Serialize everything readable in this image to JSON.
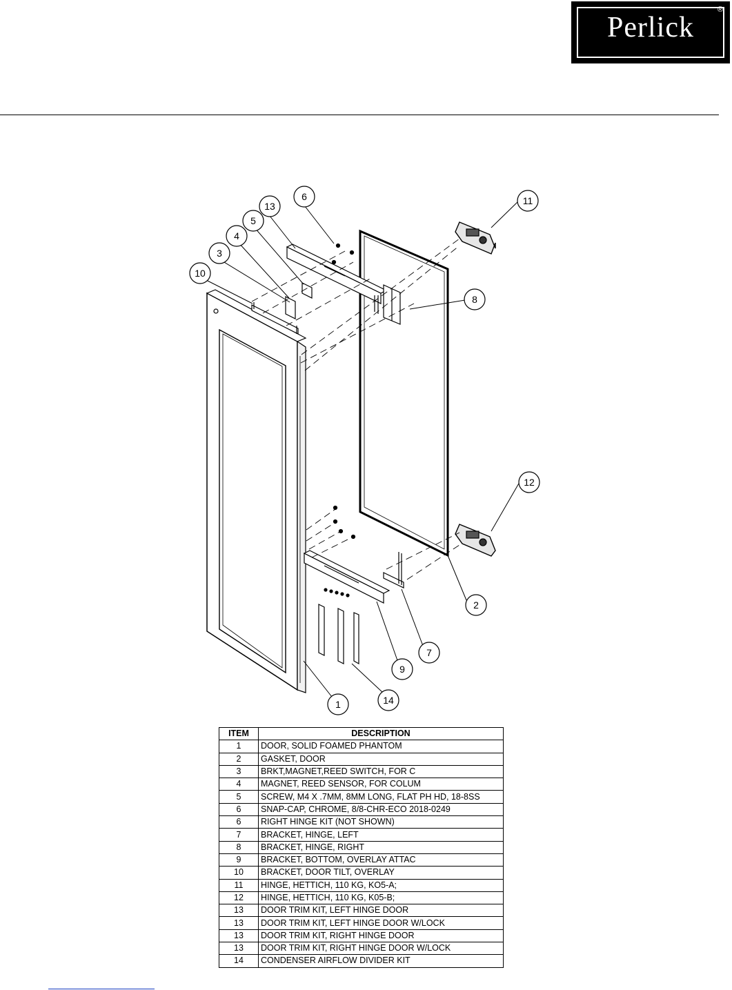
{
  "brand": {
    "logo_text": "Perlick",
    "registered": "®"
  },
  "callouts": [
    {
      "id": "c6",
      "label": "6"
    },
    {
      "id": "c13",
      "label": "13"
    },
    {
      "id": "c5",
      "label": "5"
    },
    {
      "id": "c4",
      "label": "4"
    },
    {
      "id": "c3",
      "label": "3"
    },
    {
      "id": "c10",
      "label": "10"
    },
    {
      "id": "c11",
      "label": "11"
    },
    {
      "id": "c8",
      "label": "8"
    },
    {
      "id": "c12",
      "label": "12"
    },
    {
      "id": "c2",
      "label": "2"
    },
    {
      "id": "c7",
      "label": "7"
    },
    {
      "id": "c9",
      "label": "9"
    },
    {
      "id": "c14",
      "label": "14"
    },
    {
      "id": "c1",
      "label": "1"
    }
  ],
  "parts_table": {
    "headers": {
      "item": "ITEM",
      "description": "DESCRIPTION"
    },
    "rows": [
      {
        "item": "1",
        "description": "DOOR, SOLID FOAMED PHANTOM"
      },
      {
        "item": "2",
        "description": "GASKET, DOOR"
      },
      {
        "item": "3",
        "description": "BRKT,MAGNET,REED SWITCH, FOR C"
      },
      {
        "item": "4",
        "description": "MAGNET, REED SENSOR, FOR COLUM"
      },
      {
        "item": "5",
        "description": "SCREW, M4 X .7MM, 8MM LONG, FLAT PH HD, 18-8SS"
      },
      {
        "item": "6",
        "description": "SNAP-CAP, CHROME, 8/8-CHR-ECO 2018-0249"
      },
      {
        "item": "6",
        "description": "RIGHT HINGE KIT (NOT SHOWN)"
      },
      {
        "item": "7",
        "description": "BRACKET, HINGE, LEFT"
      },
      {
        "item": "8",
        "description": "BRACKET, HINGE, RIGHT"
      },
      {
        "item": "9",
        "description": "BRACKET, BOTTOM, OVERLAY ATTAC"
      },
      {
        "item": "10",
        "description": "BRACKET, DOOR TILT, OVERLAY"
      },
      {
        "item": "11",
        "description": "HINGE, HETTICH, 110 KG, KO5-A;"
      },
      {
        "item": "12",
        "description": "HINGE, HETTICH, 110 KG, K05-B;"
      },
      {
        "item": "13",
        "description": "DOOR TRIM KIT, LEFT HINGE DOOR"
      },
      {
        "item": "13",
        "description": "DOOR TRIM KIT, LEFT HINGE DOOR W/LOCK"
      },
      {
        "item": "13",
        "description": "DOOR TRIM KIT, RIGHT HINGE DOOR"
      },
      {
        "item": "13",
        "description": "DOOR TRIM KIT, RIGHT HINGE DOOR W/LOCK"
      },
      {
        "item": "14",
        "description": "CONDENSER AIRFLOW DIVIDER KIT"
      }
    ]
  }
}
